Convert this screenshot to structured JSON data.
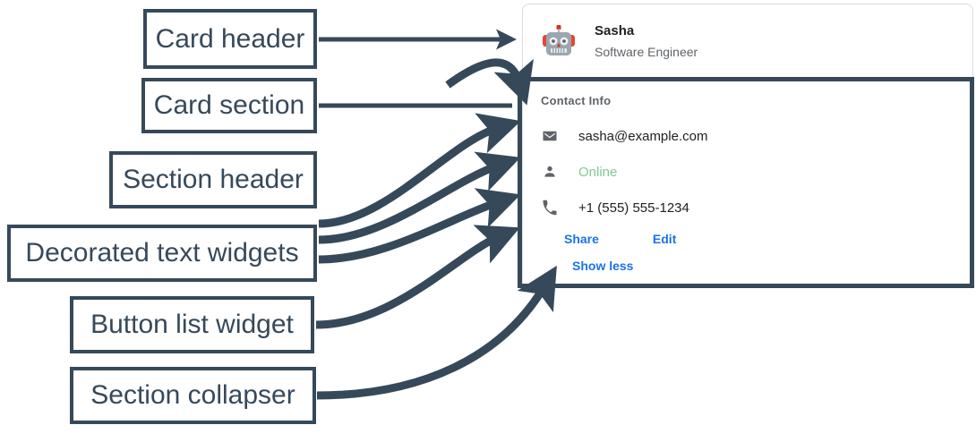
{
  "annotations": [
    {
      "id": "card-header",
      "label": "Card header"
    },
    {
      "id": "card-section",
      "label": "Card section"
    },
    {
      "id": "section-header",
      "label": "Section header"
    },
    {
      "id": "decorated-text",
      "label": "Decorated text widgets"
    },
    {
      "id": "button-list",
      "label": "Button list widget"
    },
    {
      "id": "section-collapser",
      "label": "Section collapser"
    }
  ],
  "card": {
    "header": {
      "avatar_icon": "robot-avatar-icon",
      "title": "Sasha",
      "subtitle": "Software Engineer"
    },
    "section": {
      "header": "Contact Info",
      "rows": [
        {
          "icon": "email-icon",
          "icon_glyph": "envelope",
          "text": "sasha@example.com",
          "style": "default"
        },
        {
          "icon": "person-icon",
          "icon_glyph": "person",
          "text": "Online",
          "style": "green"
        },
        {
          "icon": "phone-icon",
          "icon_glyph": "phone",
          "text": "+1 (555) 555-1234",
          "style": "default"
        }
      ],
      "buttons": [
        {
          "label": "Share"
        },
        {
          "label": "Edit"
        }
      ],
      "collapser": {
        "label": "Show less"
      }
    }
  },
  "colors": {
    "annotation": "#36495a",
    "link": "#1a73e8",
    "status_online": "#81c995",
    "icon_gray": "#5f6368",
    "text_primary": "#202124",
    "text_secondary": "#5f6368",
    "card_border": "#dadce0"
  }
}
